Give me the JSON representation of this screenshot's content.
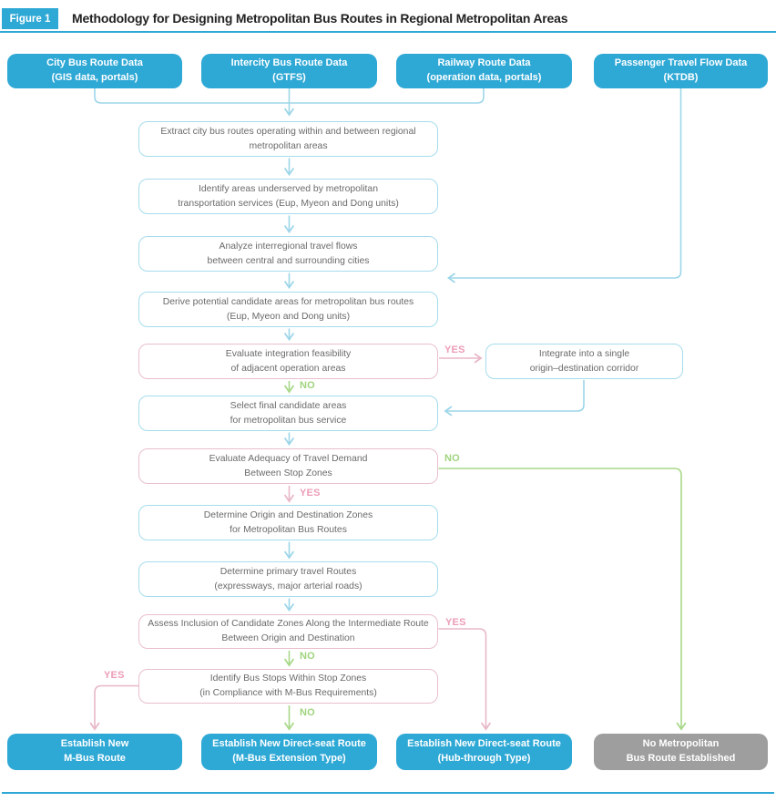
{
  "header": {
    "figure_label": "Figure 1",
    "title": "Methodology for Designing Metropolitan Bus Routes in Regional Metropolitan Areas"
  },
  "labels": {
    "yes": "YES",
    "no": "NO"
  },
  "colors": {
    "accent_blue": "#2ea8d5",
    "line_cyan": "#9dd6e9",
    "line_pink": "#e8b7c8",
    "line_green": "#a8d889",
    "yes_text": "#ec9cb8",
    "no_text": "#9fd47d",
    "gray_fill": "#9e9e9e"
  },
  "nodes": {
    "src_city": [
      "City Bus Route Data",
      "(GIS data, portals)"
    ],
    "src_intercity": [
      "Intercity Bus Route Data",
      "(GTFS)"
    ],
    "src_rail": [
      "Railway Route Data",
      "(operation data, portals)"
    ],
    "src_ktdb": [
      "Passenger Travel Flow Data",
      "(KTDB)"
    ],
    "extract": [
      "Extract city bus routes operating within and between regional",
      "metropolitan areas"
    ],
    "underserved": [
      "Identify areas underserved by metropolitan",
      "transportation services (Eup, Myeon and Dong units)"
    ],
    "flows": [
      "Analyze interregional travel flows",
      "between central and surrounding cities"
    ],
    "derive": [
      "Derive potential candidate areas for metropolitan bus routes",
      "(Eup, Myeon and Dong units)"
    ],
    "feasibility": [
      "Evaluate integration feasibility",
      "of adjacent operation areas"
    ],
    "integrate": [
      "Integrate into a single",
      "origin–destination corridor"
    ],
    "select": [
      "Select final candidate areas",
      "for metropolitan bus service"
    ],
    "adequacy": [
      "Evaluate Adequacy of Travel Demand",
      "Between Stop Zones"
    ],
    "odzones": [
      "Determine Origin and Destination Zones",
      "for Metropolitan Bus Routes"
    ],
    "routes": [
      "Determine primary travel Routes",
      "(expressways, major arterial roads)"
    ],
    "assess": [
      "Assess Inclusion of Candidate Zones Along the Intermediate Route",
      "Between Origin and Destination"
    ],
    "stops": [
      "Identify Bus Stops Within Stop Zones",
      "(in Compliance with M-Bus Requirements)"
    ],
    "out_mbus": [
      "Establish New",
      "M-Bus Route"
    ],
    "out_extension": [
      "Establish New Direct-seat Route",
      "(M-Bus Extension Type)"
    ],
    "out_hub": [
      "Establish New Direct-seat Route",
      "(Hub-through Type)"
    ],
    "out_none": [
      "No Metropolitan",
      "Bus Route Established"
    ]
  }
}
